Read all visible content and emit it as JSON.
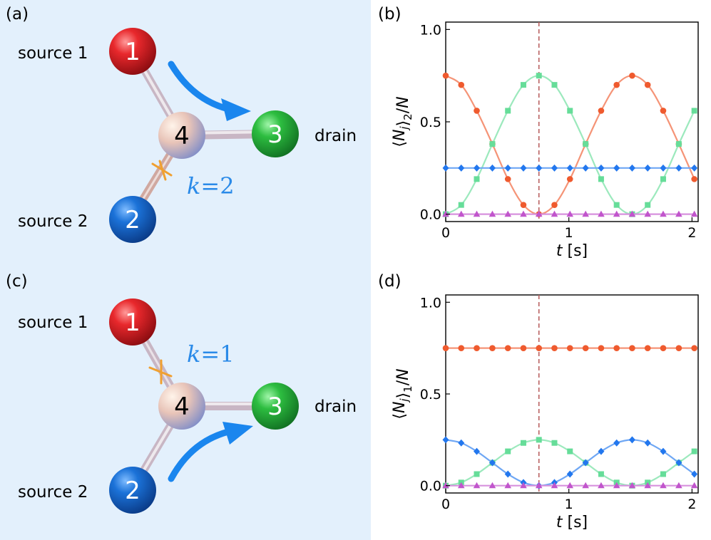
{
  "panels": {
    "a": {
      "tag": "(a)",
      "source1": "source 1",
      "source2": "source 2",
      "drain": "drain",
      "node1": "1",
      "node2": "2",
      "node3": "3",
      "node4": "4",
      "k_var": "k",
      "k_eq": "=2"
    },
    "b": {
      "tag": "(b)"
    },
    "c": {
      "tag": "(c)",
      "source1": "source 1",
      "source2": "source 2",
      "drain": "drain",
      "node1": "1",
      "node2": "2",
      "node3": "3",
      "node4": "4",
      "k_var": "k",
      "k_eq": "=1"
    },
    "d": {
      "tag": "(d)"
    }
  },
  "colors": {
    "node1": "#e0242a",
    "node2": "#1166cc",
    "node3": "#27b83a",
    "arrow": "#1a86ee",
    "cross": "#f0a030",
    "panel_bg": "#e3f0fc",
    "series_orange": "#ef5a2e",
    "series_green": "#66dd99",
    "series_blue": "#2277ee",
    "series_purple": "#c155cc",
    "vline": "#b86060"
  },
  "chart_data": [
    {
      "id": "b",
      "type": "line",
      "ylabel_parts": {
        "left": "⟨",
        "var": "N",
        "sub_j": "j",
        "right": "⟩",
        "sub_k": "2",
        "tail": "/",
        "tail_var": "N"
      },
      "xlabel_parts": {
        "var": "t",
        "unit": " [s]"
      },
      "xlim": [
        0,
        2.05
      ],
      "ylim": [
        -0.04,
        1.04
      ],
      "xticks": [
        "0",
        "1",
        "2"
      ],
      "xtick_values": [
        0,
        1,
        2
      ],
      "yticks": [
        "0.0",
        "0.5",
        "1.0"
      ],
      "ytick_values": [
        0,
        0.5,
        1
      ],
      "vline_x": 0.757,
      "series": [
        {
          "color": "#ef5a2e",
          "marker": "circle",
          "x": [
            0,
            0.126,
            0.252,
            0.379,
            0.505,
            0.631,
            0.757,
            0.883,
            1.009,
            1.136,
            1.262,
            1.388,
            1.514,
            1.64,
            1.766,
            1.893,
            2.019
          ],
          "y": [
            0.75,
            0.7,
            0.56,
            0.38,
            0.19,
            0.05,
            0.0,
            0.05,
            0.19,
            0.38,
            0.56,
            0.7,
            0.75,
            0.7,
            0.56,
            0.38,
            0.19
          ]
        },
        {
          "color": "#66dd99",
          "marker": "square",
          "x": [
            0,
            0.126,
            0.252,
            0.379,
            0.505,
            0.631,
            0.757,
            0.883,
            1.009,
            1.136,
            1.262,
            1.388,
            1.514,
            1.64,
            1.766,
            1.893,
            2.019
          ],
          "y": [
            0.0,
            0.05,
            0.19,
            0.38,
            0.56,
            0.7,
            0.75,
            0.7,
            0.56,
            0.38,
            0.19,
            0.05,
            0.0,
            0.05,
            0.19,
            0.38,
            0.56
          ]
        },
        {
          "color": "#2277ee",
          "marker": "diamond",
          "x": [
            0,
            0.126,
            0.252,
            0.379,
            0.505,
            0.631,
            0.757,
            0.883,
            1.009,
            1.136,
            1.262,
            1.388,
            1.514,
            1.64,
            1.766,
            1.893,
            2.019
          ],
          "y": [
            0.25,
            0.25,
            0.25,
            0.25,
            0.25,
            0.25,
            0.25,
            0.25,
            0.25,
            0.25,
            0.25,
            0.25,
            0.25,
            0.25,
            0.25,
            0.25,
            0.25
          ]
        },
        {
          "color": "#c155cc",
          "marker": "triangle",
          "x": [
            0,
            0.126,
            0.252,
            0.379,
            0.505,
            0.631,
            0.757,
            0.883,
            1.009,
            1.136,
            1.262,
            1.388,
            1.514,
            1.64,
            1.766,
            1.893,
            2.019
          ],
          "y": [
            0,
            0,
            0,
            0,
            0,
            0,
            0,
            0,
            0,
            0,
            0,
            0,
            0,
            0,
            0,
            0,
            0
          ]
        }
      ]
    },
    {
      "id": "d",
      "type": "line",
      "ylabel_parts": {
        "left": "⟨",
        "var": "N",
        "sub_j": "j",
        "right": "⟩",
        "sub_k": "1",
        "tail": "/",
        "tail_var": "N"
      },
      "xlabel_parts": {
        "var": "t",
        "unit": " [s]"
      },
      "xlim": [
        0,
        2.05
      ],
      "ylim": [
        -0.04,
        1.04
      ],
      "xticks": [
        "0",
        "1",
        "2"
      ],
      "xtick_values": [
        0,
        1,
        2
      ],
      "yticks": [
        "0.0",
        "0.5",
        "1.0"
      ],
      "ytick_values": [
        0,
        0.5,
        1
      ],
      "vline_x": 0.757,
      "series": [
        {
          "color": "#ef5a2e",
          "marker": "circle",
          "x": [
            0,
            0.126,
            0.252,
            0.379,
            0.505,
            0.631,
            0.757,
            0.883,
            1.009,
            1.136,
            1.262,
            1.388,
            1.514,
            1.64,
            1.766,
            1.893,
            2.019
          ],
          "y": [
            0.75,
            0.75,
            0.75,
            0.75,
            0.75,
            0.75,
            0.75,
            0.75,
            0.75,
            0.75,
            0.75,
            0.75,
            0.75,
            0.75,
            0.75,
            0.75,
            0.75
          ]
        },
        {
          "color": "#66dd99",
          "marker": "square",
          "x": [
            0,
            0.126,
            0.252,
            0.379,
            0.505,
            0.631,
            0.757,
            0.883,
            1.009,
            1.136,
            1.262,
            1.388,
            1.514,
            1.64,
            1.766,
            1.893,
            2.019
          ],
          "y": [
            0.0,
            0.017,
            0.063,
            0.125,
            0.187,
            0.233,
            0.25,
            0.233,
            0.187,
            0.125,
            0.063,
            0.017,
            0.0,
            0.017,
            0.063,
            0.125,
            0.187
          ]
        },
        {
          "color": "#2277ee",
          "marker": "diamond",
          "x": [
            0,
            0.126,
            0.252,
            0.379,
            0.505,
            0.631,
            0.757,
            0.883,
            1.009,
            1.136,
            1.262,
            1.388,
            1.514,
            1.64,
            1.766,
            1.893,
            2.019
          ],
          "y": [
            0.25,
            0.233,
            0.187,
            0.125,
            0.063,
            0.017,
            0.0,
            0.017,
            0.063,
            0.125,
            0.187,
            0.233,
            0.25,
            0.233,
            0.187,
            0.125,
            0.063
          ]
        },
        {
          "color": "#c155cc",
          "marker": "triangle",
          "x": [
            0,
            0.126,
            0.252,
            0.379,
            0.505,
            0.631,
            0.757,
            0.883,
            1.009,
            1.136,
            1.262,
            1.388,
            1.514,
            1.64,
            1.766,
            1.893,
            2.019
          ],
          "y": [
            0,
            0,
            0,
            0,
            0,
            0,
            0,
            0,
            0,
            0,
            0,
            0,
            0,
            0,
            0,
            0,
            0
          ]
        }
      ]
    }
  ]
}
